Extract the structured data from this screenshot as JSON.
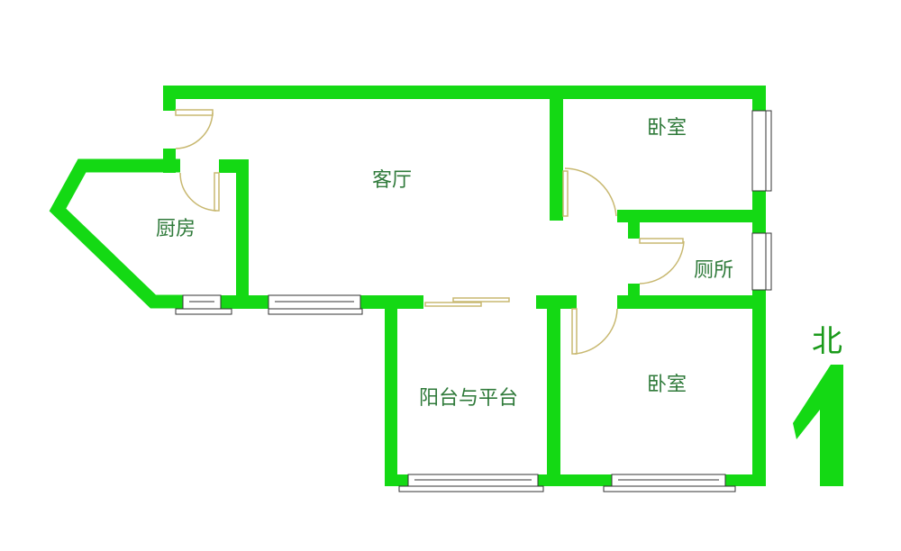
{
  "rooms": {
    "living_room": "客厅",
    "bedroom_north": "卧室",
    "kitchen": "厨房",
    "toilet": "厕所",
    "balcony": "阳台与平台",
    "bedroom_south": "卧室"
  },
  "compass": {
    "label": "北"
  },
  "colors": {
    "wall": "#14d914",
    "door": "#c8b870",
    "label": "#2f7a3a"
  }
}
